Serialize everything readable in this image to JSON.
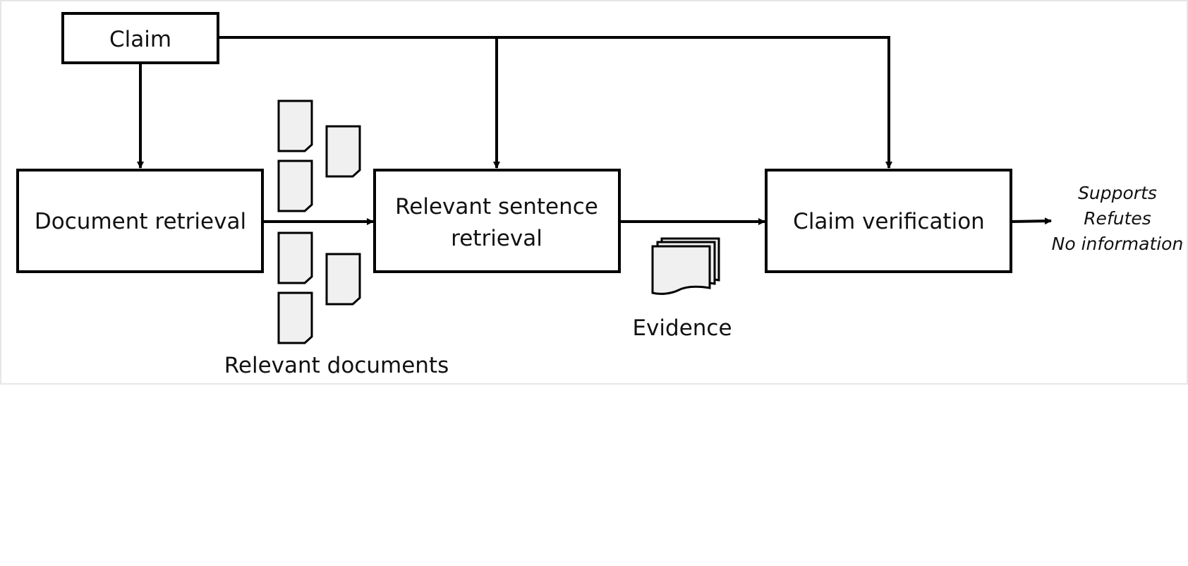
{
  "nodes": {
    "claim": "Claim",
    "document_retrieval": "Document retrieval",
    "sentence_retrieval_line1": "Relevant sentence",
    "sentence_retrieval_line2": "retrieval",
    "claim_verification": "Claim verification"
  },
  "labels": {
    "relevant_documents": "Relevant documents",
    "evidence": "Evidence"
  },
  "outputs": [
    "Supports",
    "Refutes",
    "No information"
  ],
  "colors": {
    "stroke": "#000000",
    "box_fill": "#ffffff",
    "document_fill": "#f0f0f0",
    "canvas_border": "#e6e6e6"
  },
  "icons": {
    "relevant_documents": "document-icon",
    "evidence": "document-stack-icon"
  }
}
